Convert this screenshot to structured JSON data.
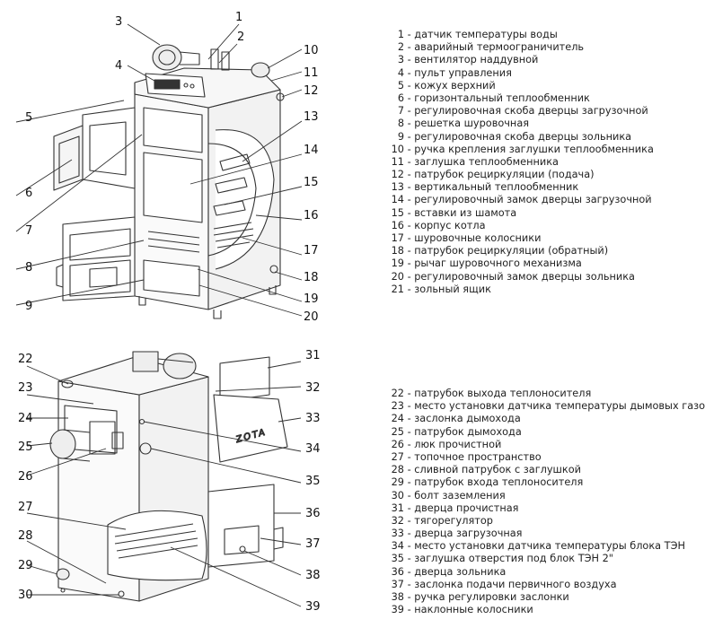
{
  "legend_top": [
    {
      "num": "1",
      "text": "- датчик температуры воды"
    },
    {
      "num": "2",
      "text": "- аварийный термоограничитель"
    },
    {
      "num": "3",
      "text": "- вентилятор наддувной"
    },
    {
      "num": "4",
      "text": "- пульт управления"
    },
    {
      "num": "5",
      "text": "- кожух верхний"
    },
    {
      "num": "6",
      "text": "- горизонтальный теплообменник"
    },
    {
      "num": "7",
      "text": "- регулировочная скоба дверцы загрузочной"
    },
    {
      "num": "8",
      "text": "- решетка шуровочная"
    },
    {
      "num": "9",
      "text": "- регулировочная скоба дверцы зольника"
    },
    {
      "num": "10",
      "text": "- ручка крепления заглушки теплообменника"
    },
    {
      "num": "11",
      "text": "- заглушка теплообменника"
    },
    {
      "num": "12",
      "text": "- патрубок рециркуляции (подача)"
    },
    {
      "num": "13",
      "text": "- вертикальный теплообменник"
    },
    {
      "num": "14",
      "text": "- регулировочный замок дверцы загрузочной"
    },
    {
      "num": "15",
      "text": "- вставки из шамота"
    },
    {
      "num": "16",
      "text": "- корпус котла"
    },
    {
      "num": "17",
      "text": "- шуровочные колосники"
    },
    {
      "num": "18",
      "text": "- патрубок рециркуляции (обратный)"
    },
    {
      "num": "19",
      "text": "- рычаг шуровочного механизма"
    },
    {
      "num": "20",
      "text": "- регулировочный замок дверцы зольника"
    },
    {
      "num": "21",
      "text": "- зольный ящик"
    }
  ],
  "legend_bottom": [
    {
      "num": "22",
      "text": "- патрубок выхода теплоносителя"
    },
    {
      "num": "23",
      "text": "- место установки датчика температуры дымовых газов"
    },
    {
      "num": "24",
      "text": "- заслонка дымохода"
    },
    {
      "num": "25",
      "text": "- патрубок дымохода"
    },
    {
      "num": "26",
      "text": "- люк прочистной"
    },
    {
      "num": "27",
      "text": "- топочное пространство"
    },
    {
      "num": "28",
      "text": "- сливной патрубок с заглушкой"
    },
    {
      "num": "29",
      "text": "- патрубок входа теплоносителя"
    },
    {
      "num": "30",
      "text": "- болт заземления"
    },
    {
      "num": "31",
      "text": "- дверца прочистная"
    },
    {
      "num": "32",
      "text": "- тягорегулятор"
    },
    {
      "num": "33",
      "text": "- дверца загрузочная"
    },
    {
      "num": "34",
      "text": "- место установки датчика температуры блока ТЭН"
    },
    {
      "num": "35",
      "text": "- заглушка отверстия под блок ТЭН 2\""
    },
    {
      "num": "36",
      "text": "- дверца зольника"
    },
    {
      "num": "37",
      "text": "- заслонка подачи первичного воздуха"
    },
    {
      "num": "38",
      "text": "- ручка регулировки заслонки"
    },
    {
      "num": "39",
      "text": "- наклонные колосники"
    }
  ],
  "brand_mark": "ZOTA"
}
